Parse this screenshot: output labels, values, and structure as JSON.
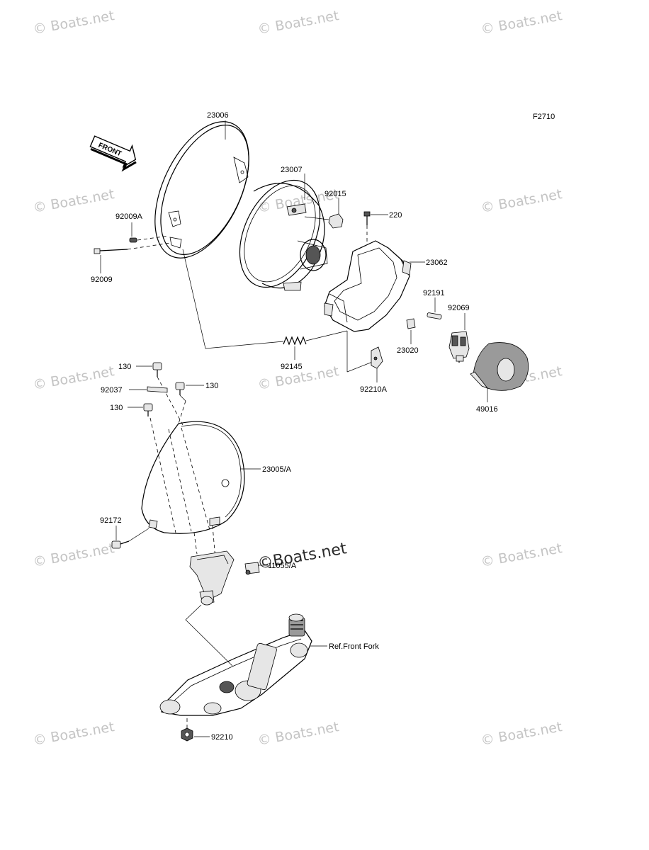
{
  "figure_code": "F2710",
  "watermark": "© Boats.net",
  "watermark_center": "©Boats.net",
  "front_arrow_label": "FRONT",
  "labels": {
    "p23006": "23006",
    "p23007": "23007",
    "p92015": "92015",
    "p220": "220",
    "p92009A": "92009A",
    "p92009": "92009",
    "p23062": "23062",
    "p92191": "92191",
    "p92069": "92069",
    "p23020": "23020",
    "p92145": "92145",
    "p92210A": "92210A",
    "p49016": "49016",
    "p130a": "130",
    "p130b": "130",
    "p130c": "130",
    "p92037": "92037",
    "p23005A": "23005/A",
    "p92172": "92172",
    "p11055A": "11055/A",
    "ref_front_fork": "Ref.Front Fork",
    "p92210": "92210"
  }
}
